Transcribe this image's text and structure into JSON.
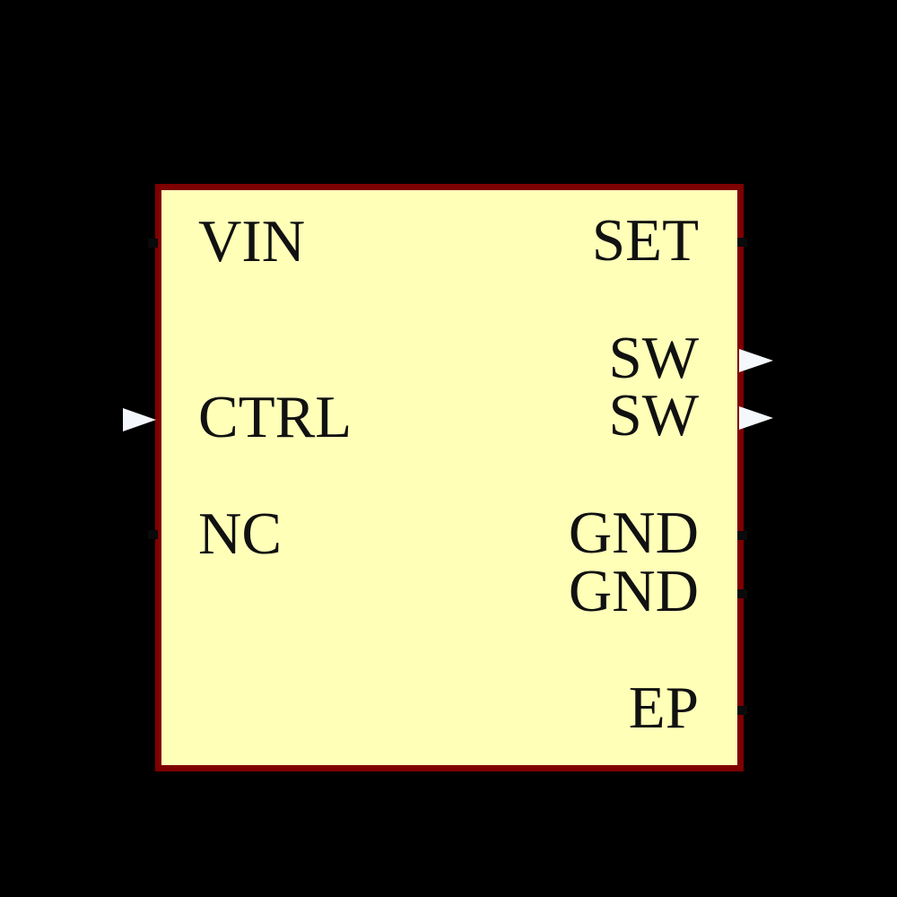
{
  "canvas": {
    "background_color": "#000000"
  },
  "symbol": {
    "body_fill": "#FFFFB8",
    "border_color": "#7E0000",
    "label_color": "#111111",
    "arrow_color": "#F4F7FC",
    "left_pins": [
      {
        "label": "VIN",
        "glyph": "stub"
      },
      {
        "label": "CTRL",
        "glyph": "input-arrow"
      },
      {
        "label": "NC",
        "glyph": "stub"
      }
    ],
    "right_pins": [
      {
        "label": "SET",
        "glyph": "stub"
      },
      {
        "label": "SW",
        "glyph": "output-arrow"
      },
      {
        "label": "SW",
        "glyph": "output-arrow"
      },
      {
        "label": "GND",
        "glyph": "stub"
      },
      {
        "label": "GND",
        "glyph": "stub"
      },
      {
        "label": "EP",
        "glyph": "stub"
      }
    ]
  }
}
